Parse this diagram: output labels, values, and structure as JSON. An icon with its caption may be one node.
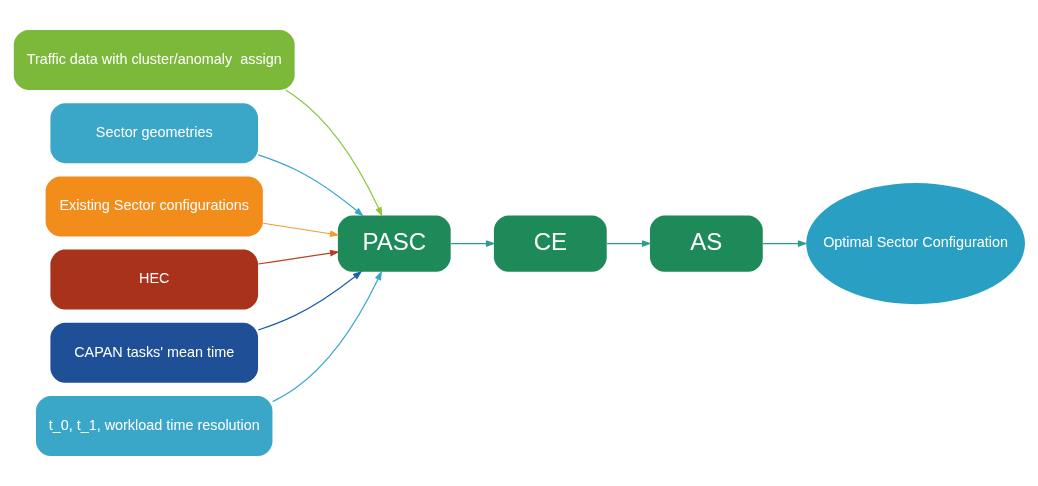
{
  "diagram": {
    "nodes": [
      {
        "text": [
          "Traffic data with cluster/anomaly  assign"
        ]
      },
      {
        "text": [
          "Sector geometries"
        ]
      },
      {
        "text": [
          "Existing Sector configurations"
        ]
      },
      {
        "text": [
          "HEC"
        ]
      },
      {
        "text": [
          "CAPAN tasks' mean time"
        ]
      },
      {
        "text": [
          "t_0, t_1, workload time resolution"
        ]
      },
      {
        "text": [
          "PASC"
        ]
      },
      {
        "text": [
          "CE"
        ]
      },
      {
        "text": [
          "AS"
        ]
      },
      {
        "text": [
          "Optimal Sector Configuration"
        ]
      }
    ],
    "edges": [
      {
        "from": 0,
        "to": 6,
        "arrow": "to",
        "color": "#8dc63f"
      },
      {
        "from": 1,
        "to": 6,
        "arrow": "to",
        "color": "#3aa6c8"
      },
      {
        "from": 2,
        "to": 6,
        "arrow": "to",
        "color": "#f39c2c"
      },
      {
        "from": 3,
        "to": 6,
        "arrow": "to",
        "color": "#b5401f"
      },
      {
        "from": 4,
        "to": 6,
        "arrow": "to",
        "color": "#1f5fa8"
      },
      {
        "from": 5,
        "to": 6,
        "arrow": "to",
        "color": "#3aa6c8"
      },
      {
        "from": 6,
        "to": 7,
        "arrow": "to",
        "color": "#2a9d8f"
      },
      {
        "from": 7,
        "to": 8,
        "arrow": "to",
        "color": "#2a9d8f"
      },
      {
        "from": 8,
        "to": 9,
        "arrow": "to",
        "color": "#2a9d8f"
      }
    ]
  }
}
